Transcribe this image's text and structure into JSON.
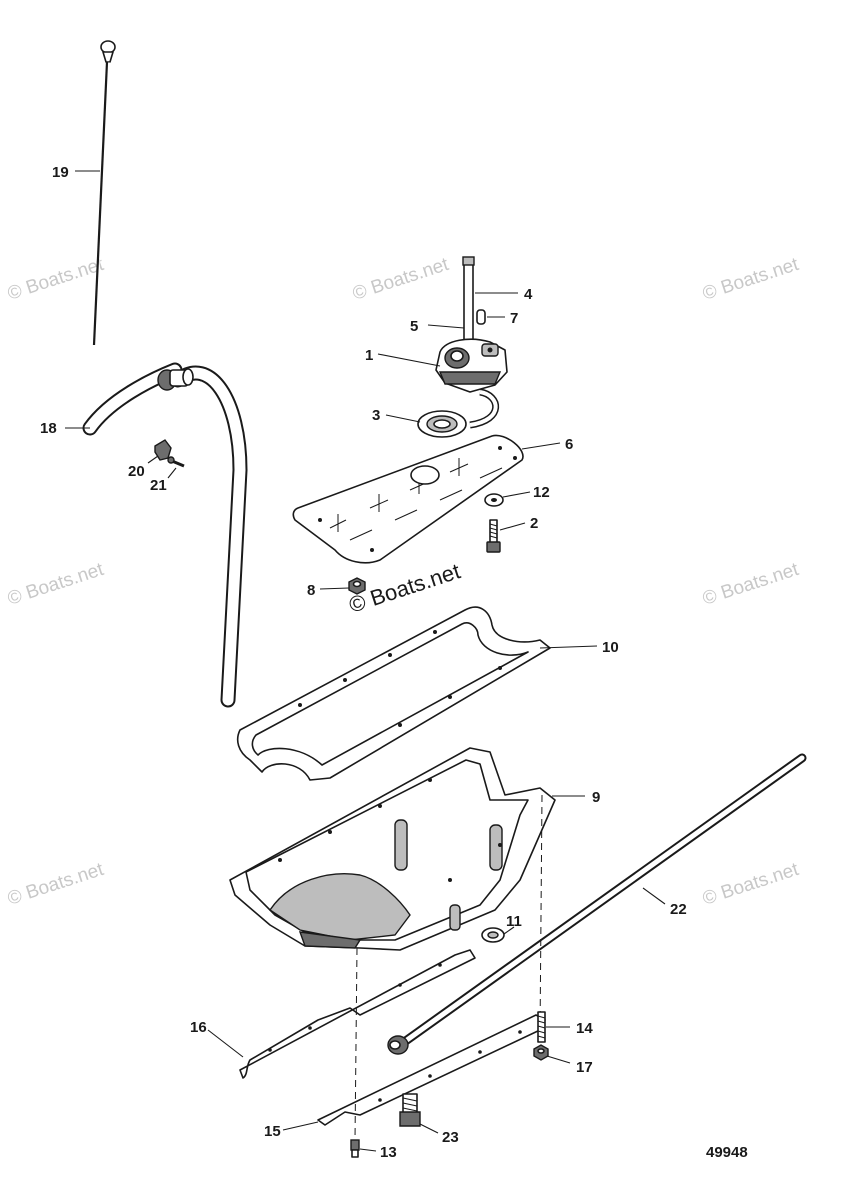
{
  "watermark": {
    "faint_text": "© Boats.net",
    "main_text": "© Boats.net"
  },
  "figure_number": "49948",
  "callouts": [
    {
      "id": "1",
      "label": "1"
    },
    {
      "id": "2",
      "label": "2"
    },
    {
      "id": "3",
      "label": "3"
    },
    {
      "id": "4",
      "label": "4"
    },
    {
      "id": "5",
      "label": "5"
    },
    {
      "id": "6",
      "label": "6"
    },
    {
      "id": "7",
      "label": "7"
    },
    {
      "id": "8",
      "label": "8"
    },
    {
      "id": "9",
      "label": "9"
    },
    {
      "id": "10",
      "label": "10"
    },
    {
      "id": "11",
      "label": "11"
    },
    {
      "id": "12",
      "label": "12"
    },
    {
      "id": "13",
      "label": "13"
    },
    {
      "id": "14",
      "label": "14"
    },
    {
      "id": "15",
      "label": "15"
    },
    {
      "id": "16",
      "label": "16"
    },
    {
      "id": "17",
      "label": "17"
    },
    {
      "id": "18",
      "label": "18"
    },
    {
      "id": "19",
      "label": "19"
    },
    {
      "id": "20",
      "label": "20"
    },
    {
      "id": "21",
      "label": "21"
    },
    {
      "id": "22",
      "label": "22"
    },
    {
      "id": "23",
      "label": "23"
    }
  ]
}
